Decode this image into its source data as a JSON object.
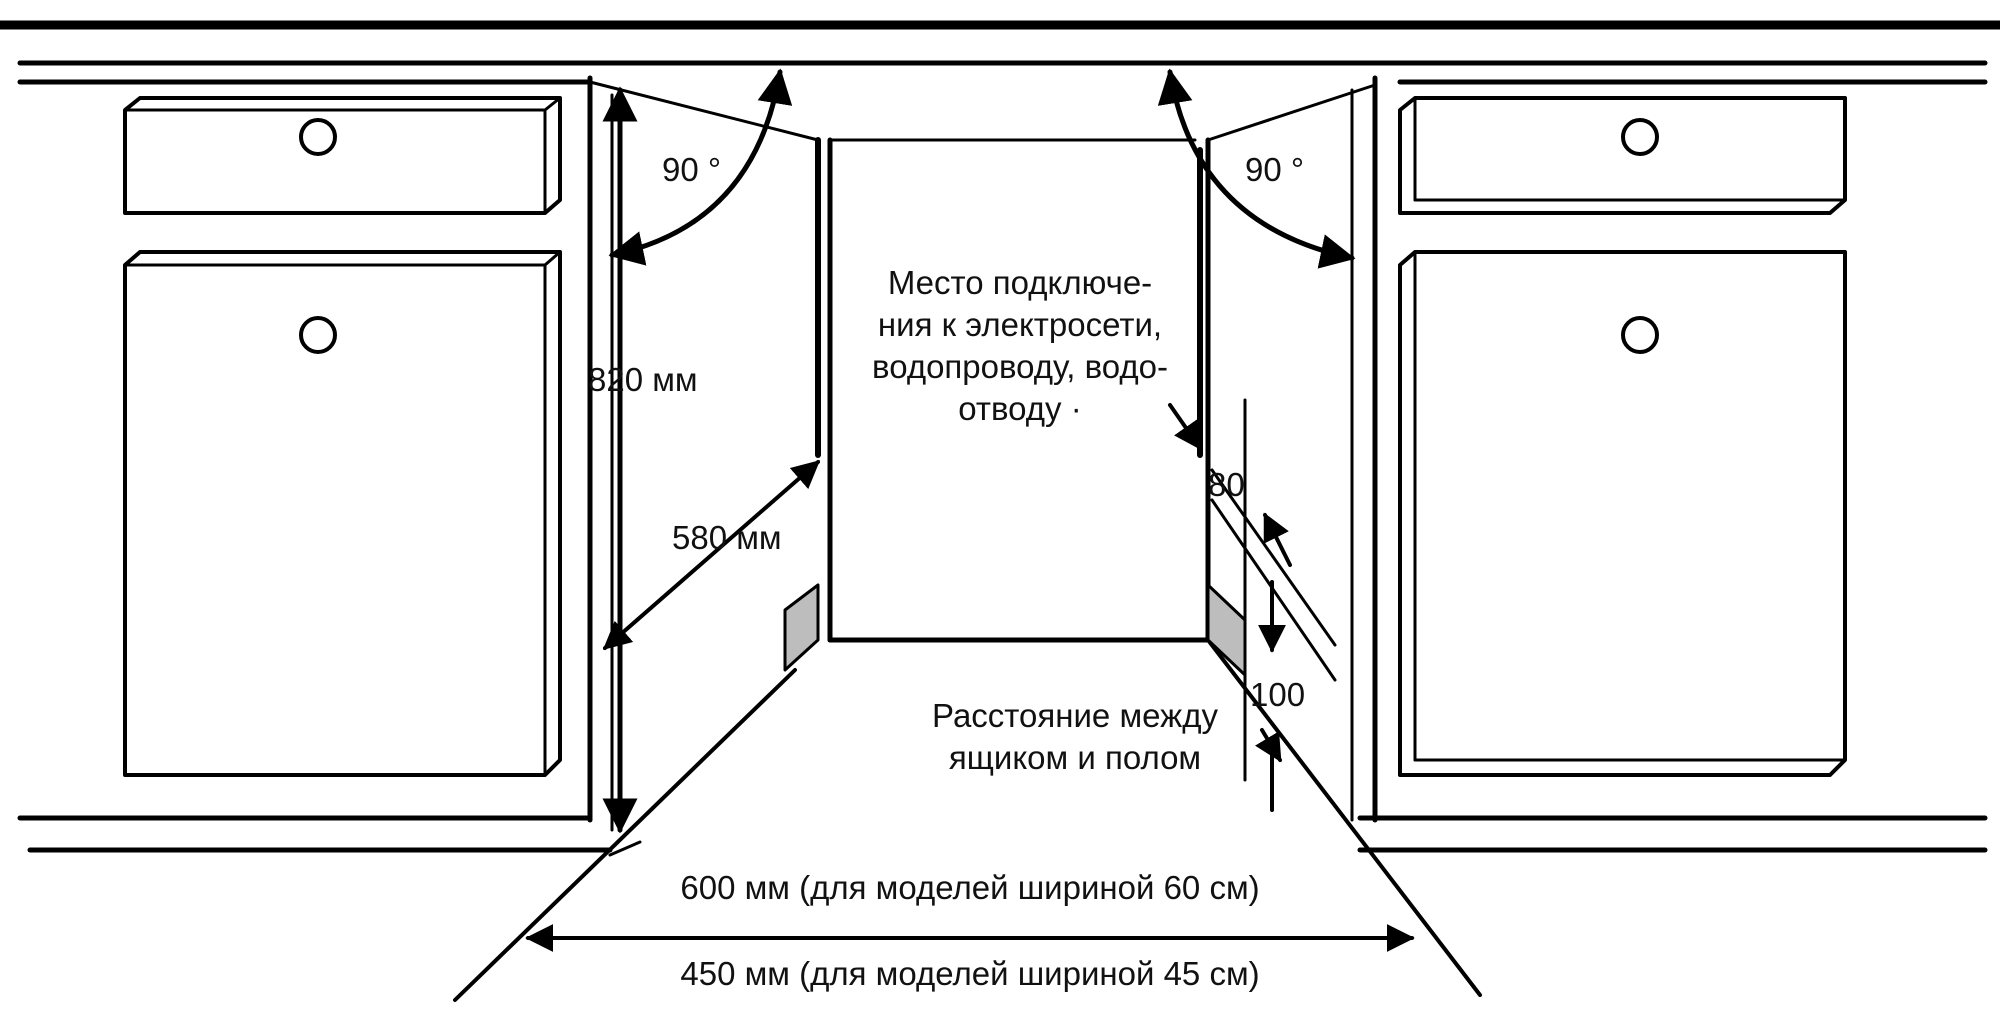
{
  "diagram": {
    "labels": {
      "angle_left": "90 °",
      "angle_right": "90 °",
      "height": "820 мм",
      "depth": "580 мм",
      "connection_line1": "Место подключе-",
      "connection_line2": "ния к электросети,",
      "connection_line3": "водопроводу, водо-",
      "connection_line4": "отводу ·",
      "dim_80": "80",
      "dim_100": "100",
      "distance_line1": "Расстояние между",
      "distance_line2": "ящиком и полом",
      "width_600": "600 мм (для моделей шириной 60 см)",
      "width_450": "450 мм (для моделей шириной 45 см)"
    }
  }
}
